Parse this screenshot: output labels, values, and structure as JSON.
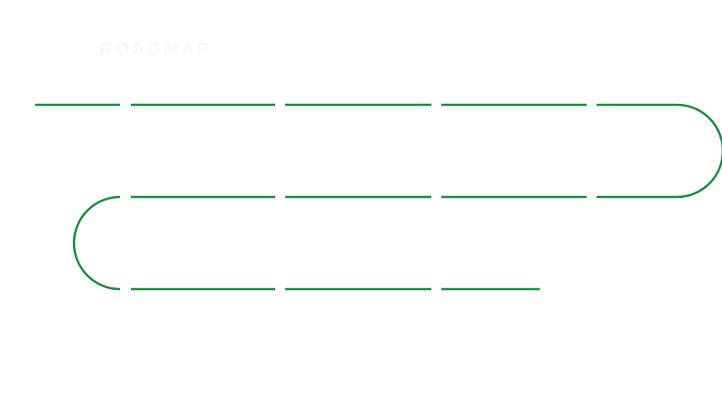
{
  "title": "ROADMAP",
  "colors": {
    "track": "#1e8a3c",
    "background": "#ffffff",
    "faint_text": "#f7f7f7"
  },
  "track": {
    "rows": 3,
    "segments_per_row": [
      5,
      4,
      3
    ],
    "ends_partial": true
  }
}
